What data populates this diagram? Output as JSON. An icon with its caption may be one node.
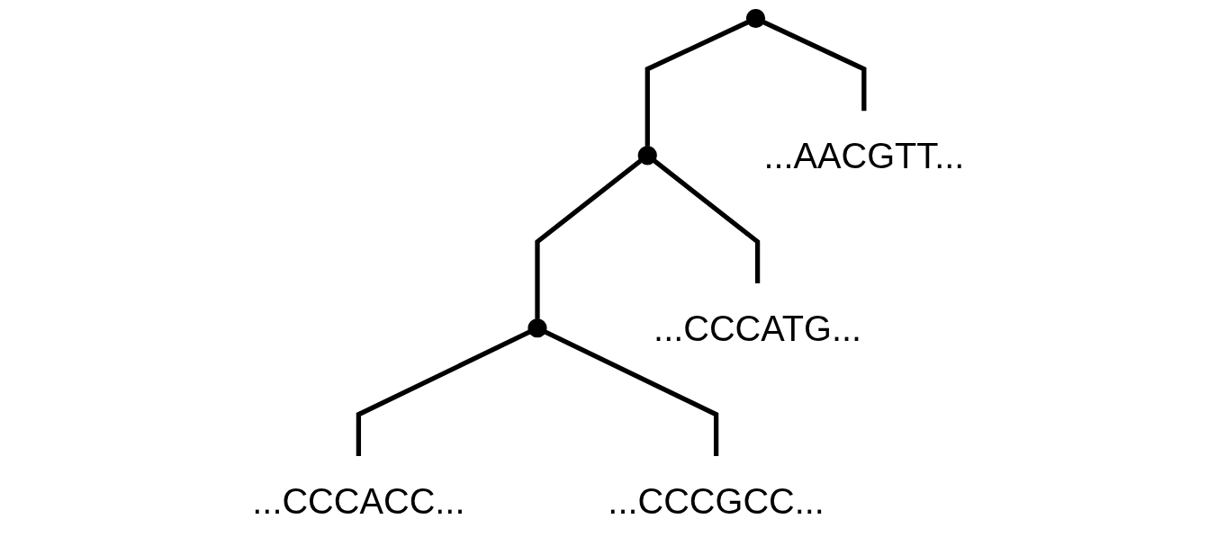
{
  "diagram": {
    "nodes": [
      {
        "text": [],
        "shape": "circle"
      },
      {
        "text": [],
        "shape": "circle"
      },
      {
        "text": [],
        "shape": "circle"
      },
      {
        "text": [
          "...AACGTT..."
        ]
      },
      {
        "text": [
          "...CCCATG..."
        ]
      },
      {
        "text": [
          "...CCCACC..."
        ]
      },
      {
        "text": [
          "...CCCGCC..."
        ]
      }
    ],
    "edges": [
      {
        "from": 0,
        "to": 3,
        "arrow": "none"
      },
      {
        "from": 0,
        "to": 1,
        "arrow": "none"
      },
      {
        "from": 1,
        "to": 4,
        "arrow": "none"
      },
      {
        "from": 1,
        "to": 2,
        "arrow": "none"
      },
      {
        "from": 2,
        "to": 5,
        "arrow": "none"
      },
      {
        "from": 2,
        "to": 6,
        "arrow": "none"
      }
    ]
  }
}
